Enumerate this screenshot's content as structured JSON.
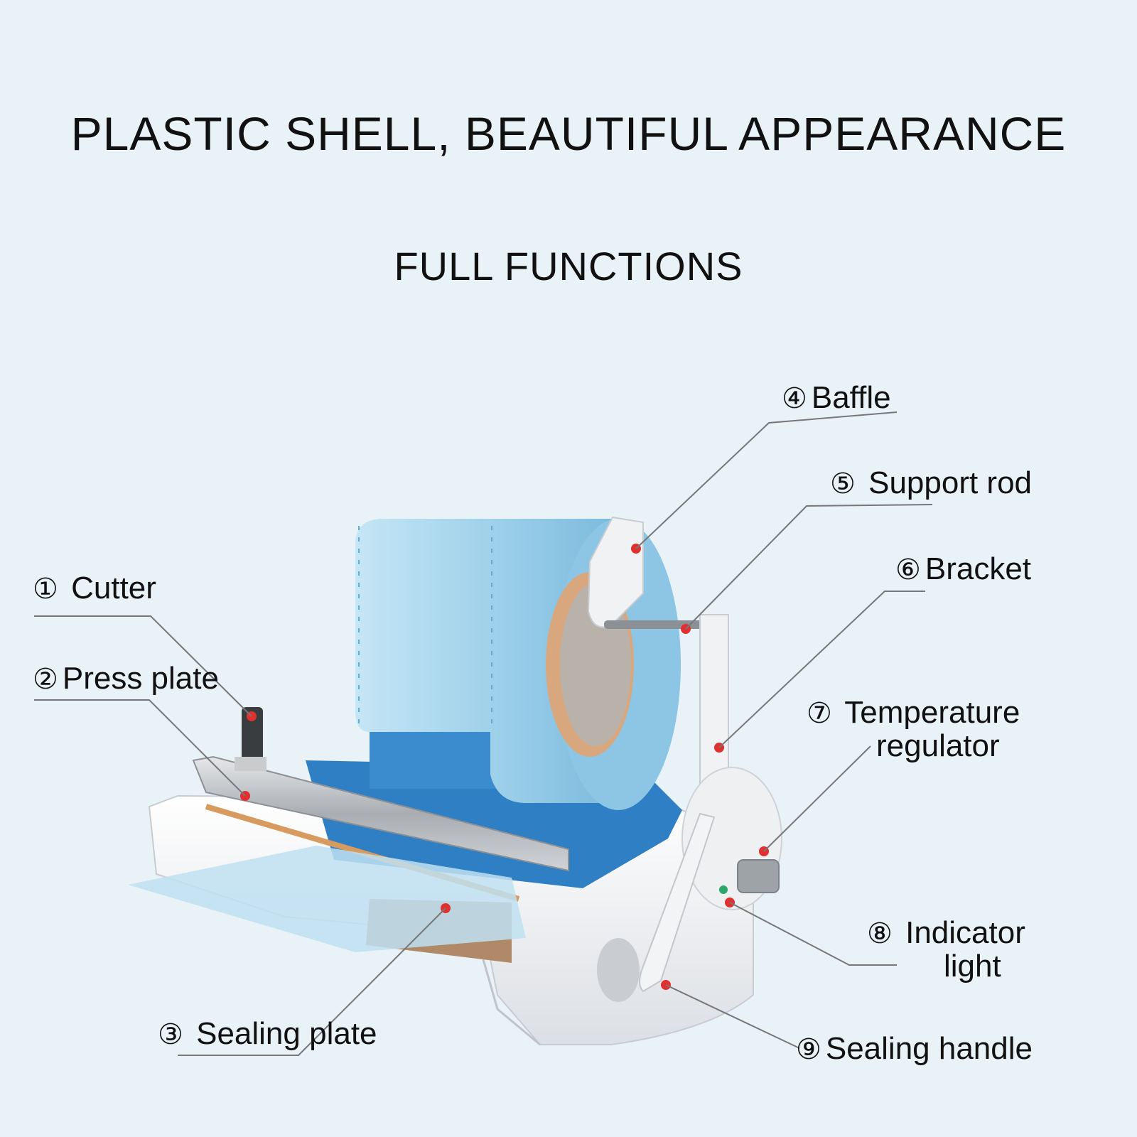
{
  "title": "PLASTIC SHELL, BEAUTIFUL APPEARANCE",
  "subtitle": "FULL FUNCTIONS",
  "callouts": [
    {
      "num": "①",
      "label": "Cutter"
    },
    {
      "num": "②",
      "label": "Press plate"
    },
    {
      "num": "③",
      "label": "Sealing plate"
    },
    {
      "num": "④",
      "label": "Baffle"
    },
    {
      "num": "⑤",
      "label": "Support rod"
    },
    {
      "num": "⑥",
      "label": "Bracket"
    },
    {
      "num": "⑦",
      "label_line1": "Temperature",
      "label_line2": "regulator"
    },
    {
      "num": "⑧",
      "label_line1": "Indicator",
      "label_line2": "light"
    },
    {
      "num": "⑨",
      "label": "Sealing handle"
    }
  ],
  "colors": {
    "background": "#e9f2f6",
    "roll": "#9fd1ea",
    "tray": "#2f7fc4",
    "shell": "#f4f5f7",
    "marker": "#e03030",
    "leader": "#777777"
  }
}
